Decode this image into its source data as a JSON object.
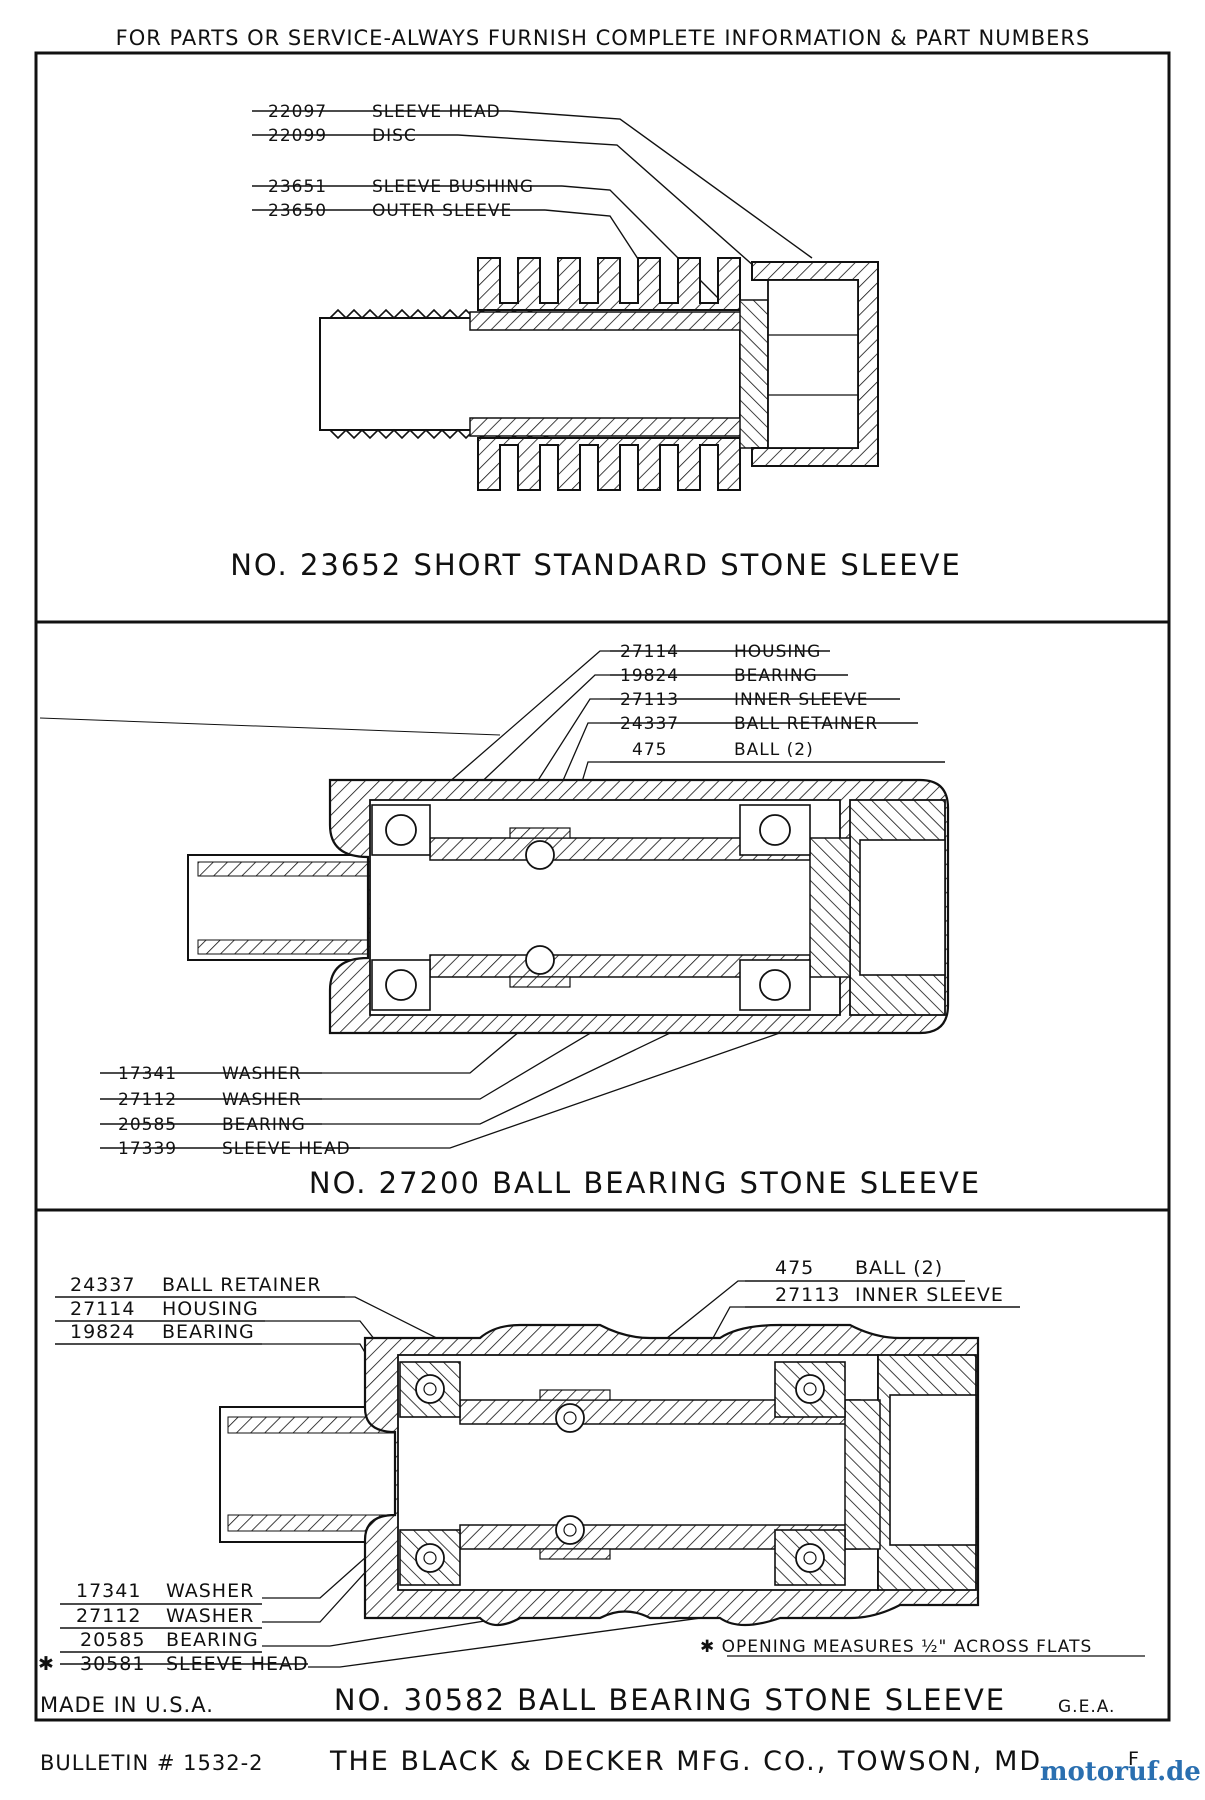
{
  "header": {
    "notice": "FOR PARTS OR SERVICE-ALWAYS FURNISH COMPLETE INFORMATION & PART NUMBERS"
  },
  "panel1": {
    "title": "NO. 23652 SHORT STANDARD STONE SLEEVE",
    "labels": [
      {
        "part_no": "22097",
        "name": "SLEEVE HEAD",
        "struck": true
      },
      {
        "part_no": "22099",
        "name": "DISC",
        "struck": true
      },
      {
        "part_no": "23651",
        "name": "SLEEVE BUSHING",
        "struck": true
      },
      {
        "part_no": "23650",
        "name": "OUTER SLEEVE",
        "struck": true
      }
    ]
  },
  "panel2": {
    "title": "NO. 27200 BALL BEARING STONE SLEEVE",
    "labels_top": [
      {
        "part_no": "27114",
        "name": "HOUSING",
        "struck": true
      },
      {
        "part_no": "19824",
        "name": "BEARING",
        "struck": true
      },
      {
        "part_no": "27113",
        "name": "INNER SLEEVE",
        "struck": true
      },
      {
        "part_no": "24337",
        "name": "BALL RETAINER",
        "struck": true
      },
      {
        "part_no": "475",
        "name": "BALL (2)",
        "struck": false
      }
    ],
    "labels_bottom": [
      {
        "part_no": "17341",
        "name": "WASHER",
        "struck": true
      },
      {
        "part_no": "27112",
        "name": "WASHER",
        "struck": true
      },
      {
        "part_no": "20585",
        "name": "BEARING",
        "struck": true
      },
      {
        "part_no": "17339",
        "name": "SLEEVE HEAD",
        "struck": true
      }
    ]
  },
  "panel3": {
    "title": "NO. 30582 BALL BEARING STONE SLEEVE",
    "labels_left_top": [
      {
        "part_no": "24337",
        "name": "BALL RETAINER",
        "struck": false
      },
      {
        "part_no": "27114",
        "name": "HOUSING",
        "struck": false
      },
      {
        "part_no": "19824",
        "name": "BEARING",
        "struck": false
      }
    ],
    "labels_right_top": [
      {
        "part_no": "475",
        "name": "BALL (2)",
        "struck": false
      },
      {
        "part_no": "27113",
        "name": "INNER SLEEVE",
        "struck": false
      }
    ],
    "labels_left_bottom": [
      {
        "part_no": "17341",
        "name": "WASHER",
        "struck": false
      },
      {
        "part_no": "27112",
        "name": "WASHER",
        "struck": false
      },
      {
        "part_no": "20585",
        "name": "BEARING",
        "struck": false
      },
      {
        "part_no": "30581",
        "name": "SLEEVE HEAD",
        "struck": true,
        "asterisk": "✱"
      }
    ],
    "footnote": "✱ OPENING MEASURES ½\" ACROSS FLATS"
  },
  "footer": {
    "made_in": "MADE IN U.S.A.",
    "initials": "G.E.A.",
    "bulletin": "BULLETIN # 1532-2",
    "company": "THE BLACK & DECKER MFG. CO., TOWSON, MD.",
    "sheet_letter": "F",
    "watermark": "motoruf.de"
  }
}
